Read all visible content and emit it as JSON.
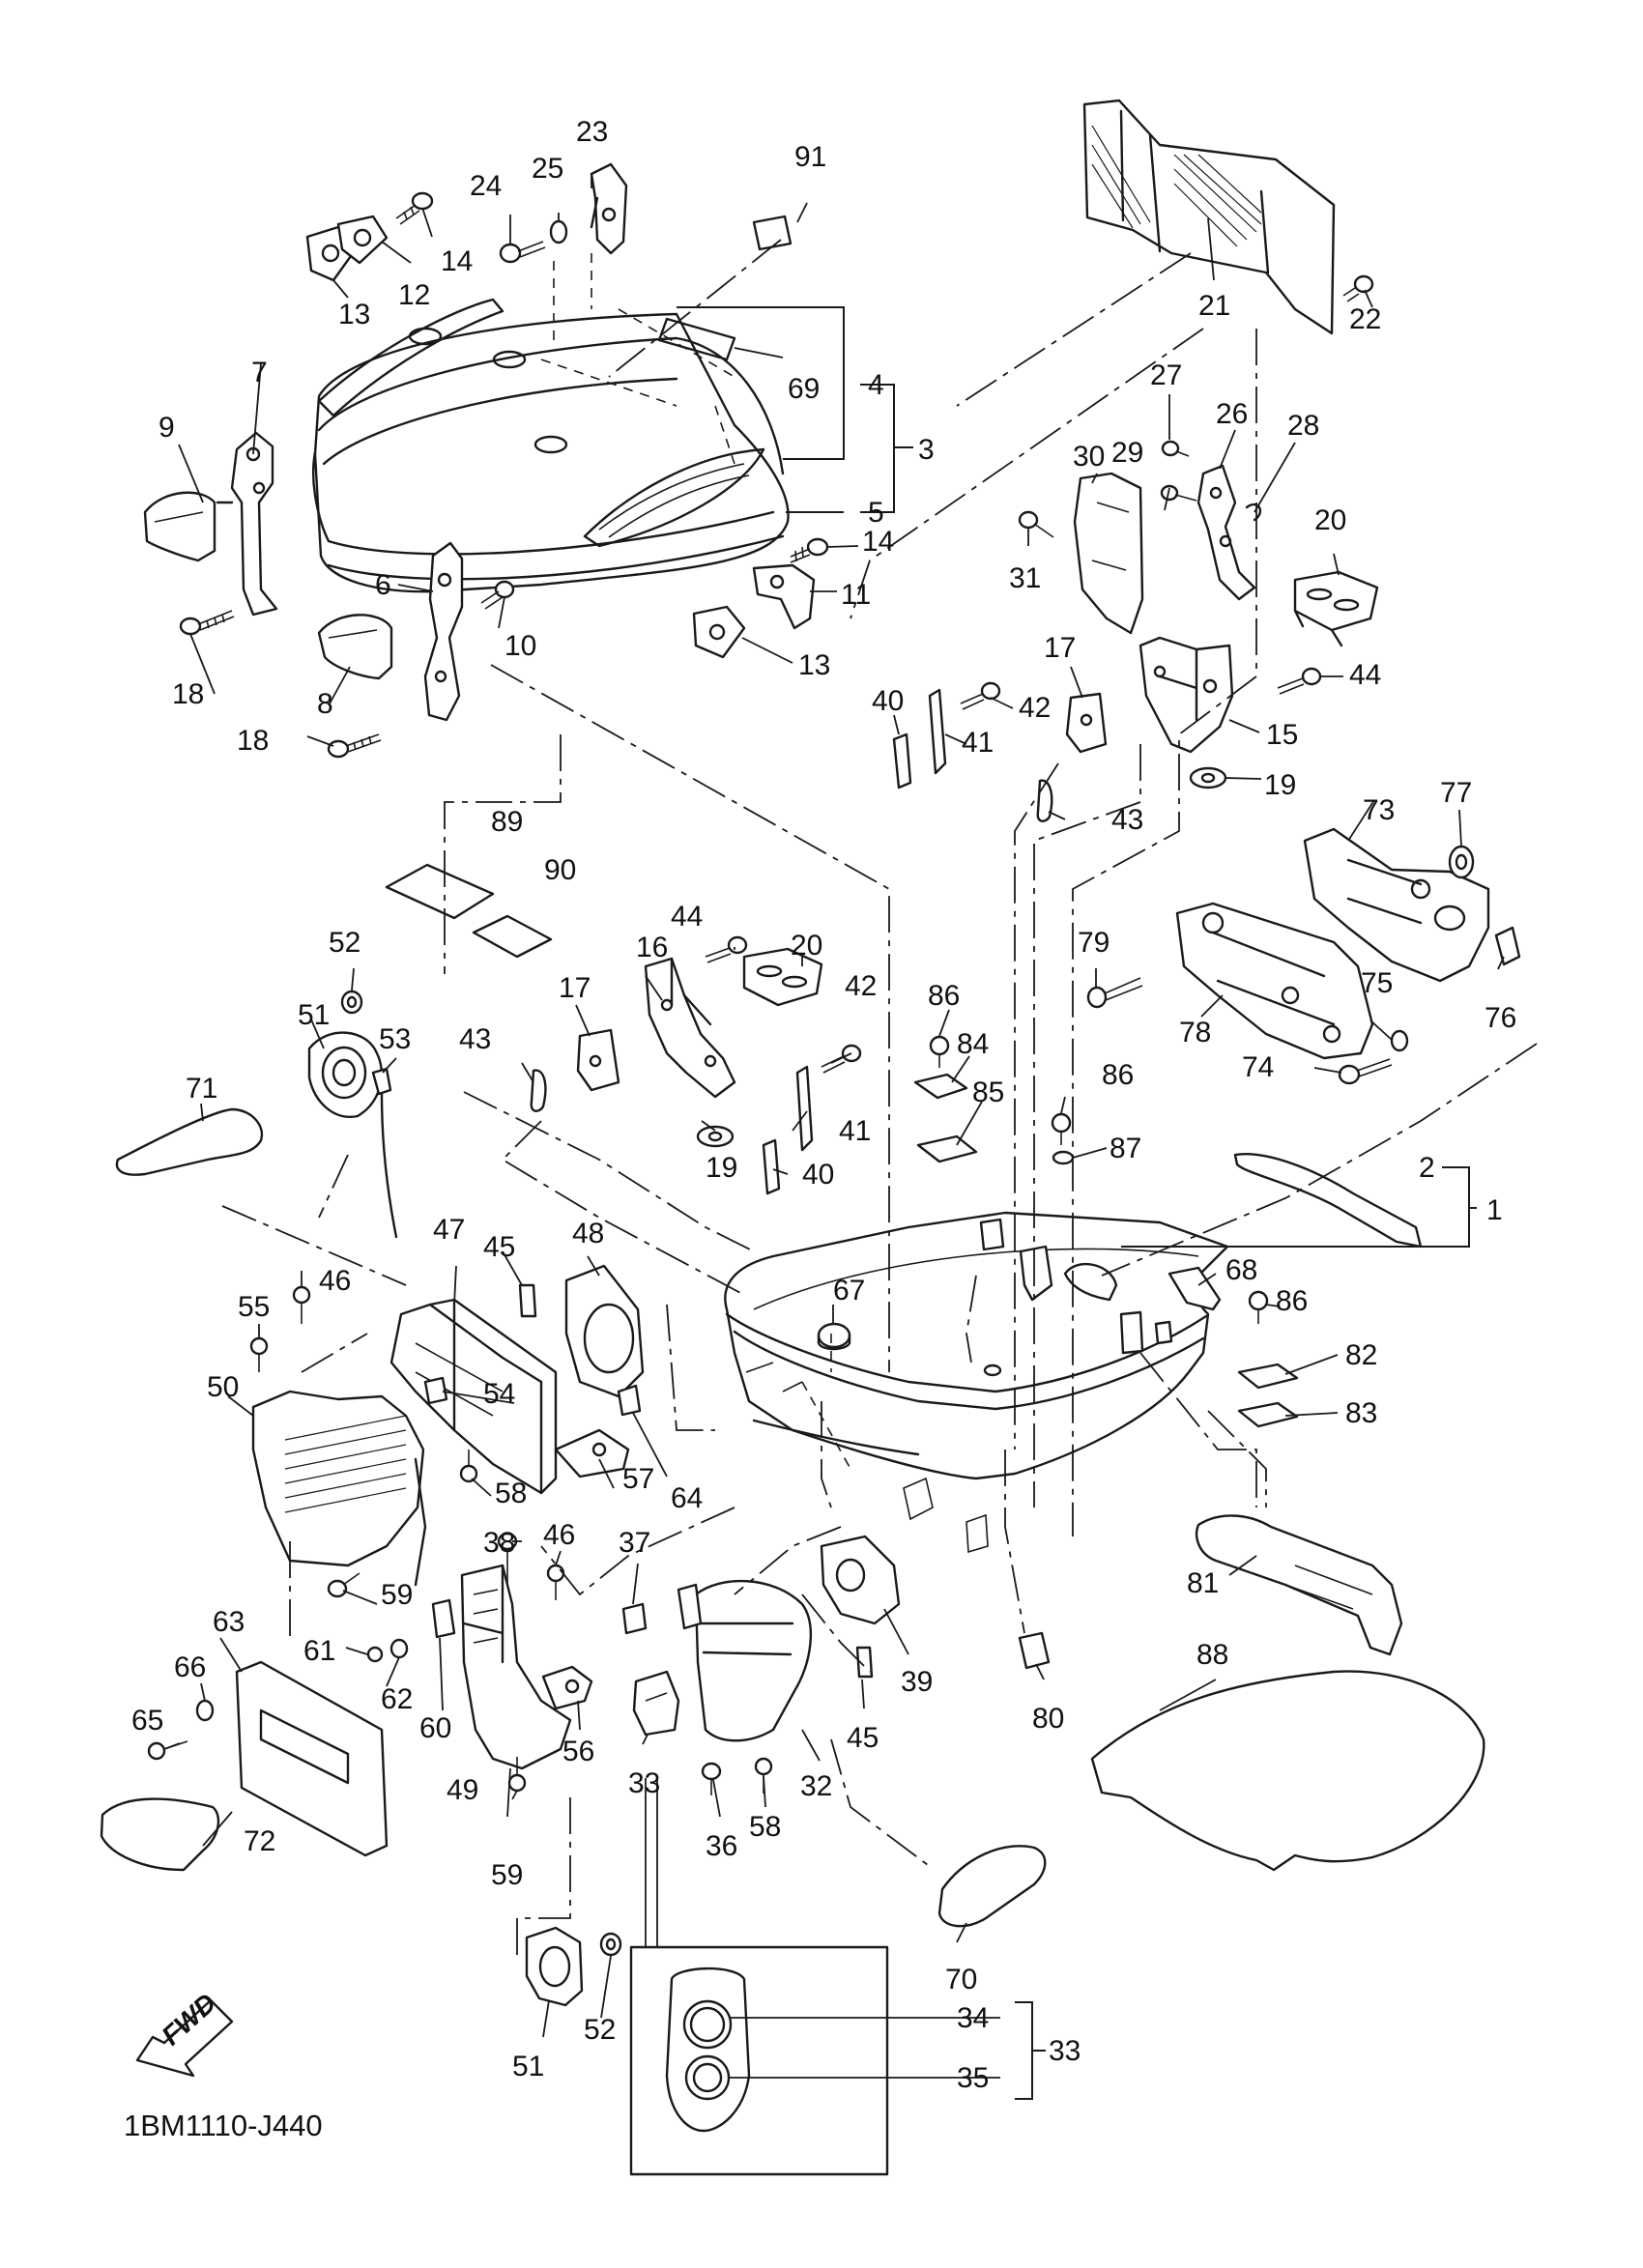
{
  "diagram_code": "1BM1110-J440",
  "fwd_arrow": {
    "label": "FWD"
  },
  "callouts": {
    "c1": "1",
    "c2": "2",
    "c3": "3",
    "c4": "4",
    "c5": "5",
    "c6": "6",
    "c7": "7",
    "c8": "8",
    "c9": "9",
    "c10": "10",
    "c11": "11",
    "c12": "12",
    "c13a": "13",
    "c13b": "13",
    "c14a": "14",
    "c14b": "14",
    "c15": "15",
    "c16": "16",
    "c17a": "17",
    "c17b": "17",
    "c18a": "18",
    "c18b": "18",
    "c19a": "19",
    "c19b": "19",
    "c20a": "20",
    "c20b": "20",
    "c21": "21",
    "c22": "22",
    "c23": "23",
    "c24": "24",
    "c25": "25",
    "c26": "26",
    "c27": "27",
    "c28": "28",
    "c29": "29",
    "c30": "30",
    "c31": "31",
    "c32": "32",
    "c33a": "33",
    "c33b": "33",
    "c34": "34",
    "c35": "35",
    "c36": "36",
    "c37": "37",
    "c38": "38",
    "c39": "39",
    "c40a": "40",
    "c40b": "40",
    "c41a": "41",
    "c41b": "41",
    "c42a": "42",
    "c42b": "42",
    "c43a": "43",
    "c43b": "43",
    "c44a": "44",
    "c44b": "44",
    "c45a": "45",
    "c45b": "45",
    "c46a": "46",
    "c46b": "46",
    "c47": "47",
    "c48": "48",
    "c49": "49",
    "c50": "50",
    "c51a": "51",
    "c51b": "51",
    "c52a": "52",
    "c52b": "52",
    "c53": "53",
    "c54": "54",
    "c55": "55",
    "c56": "56",
    "c57": "57",
    "c58a": "58",
    "c58b": "58",
    "c59a": "59",
    "c59b": "59",
    "c60": "60",
    "c61": "61",
    "c62": "62",
    "c63": "63",
    "c64": "64",
    "c65": "65",
    "c66": "66",
    "c67": "67",
    "c68": "68",
    "c69": "69",
    "c70": "70",
    "c71": "71",
    "c72": "72",
    "c73": "73",
    "c74": "74",
    "c75": "75",
    "c76": "76",
    "c77": "77",
    "c78": "78",
    "c79": "79",
    "c80": "80",
    "c81": "81",
    "c82": "82",
    "c83": "83",
    "c84": "84",
    "c85": "85",
    "c86a": "86",
    "c86b": "86",
    "c86c": "86",
    "c87": "87",
    "c88": "88",
    "c89": "89",
    "c90": "90",
    "c91": "91"
  }
}
